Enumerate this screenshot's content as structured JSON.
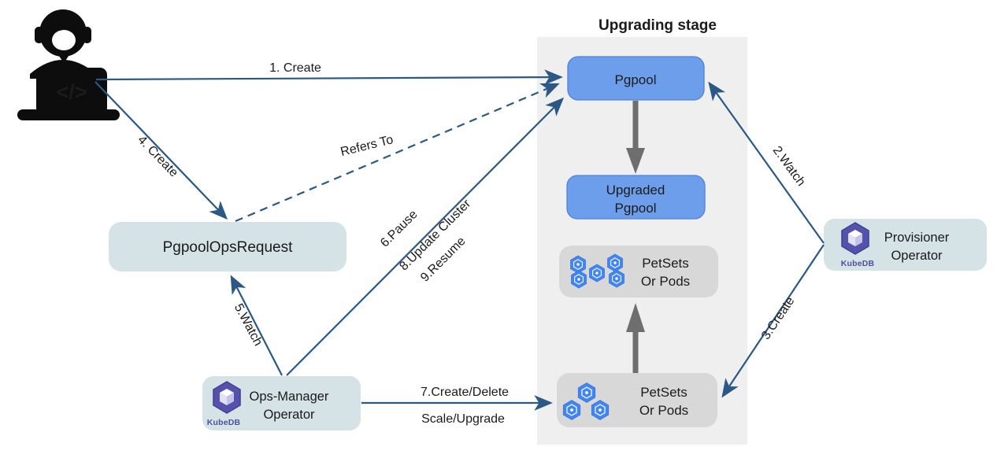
{
  "title": "Upgrading stage",
  "user": {
    "code_glyph": "</>"
  },
  "logo": {
    "text": "KubeDB"
  },
  "nodes": {
    "pgpool": {
      "label": "Pgpool"
    },
    "upgraded_pgpool": {
      "line1": "Upgraded",
      "line2": "Pgpool"
    },
    "petsets_top": {
      "line1": "PetSets",
      "line2": "Or Pods"
    },
    "petsets_bottom": {
      "line1": "PetSets",
      "line2": "Or Pods"
    },
    "pgpool_ops_request": {
      "label": "PgpoolOpsRequest"
    },
    "ops_manager": {
      "line1": "Ops-Manager",
      "line2": "Operator"
    },
    "provisioner": {
      "line1": "Provisioner",
      "line2": "Operator"
    }
  },
  "edges": {
    "create_1": {
      "label": "1. Create"
    },
    "watch_2": {
      "label": "2.Watch"
    },
    "create_3": {
      "label": "3.Create"
    },
    "create_4": {
      "label": "4. Create"
    },
    "watch_5": {
      "label": "5.Watch"
    },
    "pause_6": {
      "label": "6.Pause"
    },
    "update_cluster_8": {
      "label": "8.Update Cluster"
    },
    "resume_9": {
      "label": "9.Resume"
    },
    "create_delete_7": {
      "label": "7.Create/Delete"
    },
    "scale_upgrade_7": {
      "label": "Scale/Upgrade"
    },
    "refers_to": {
      "label": "Refers To"
    }
  },
  "colors": {
    "arrow_navy": "#2b5884",
    "arrow_gray": "#6e6e6e",
    "node_blue": "#6d9eeb",
    "node_teal": "#d5e2e6",
    "node_gray": "#d8d8d8",
    "stage_background": "#efeff0",
    "pod_hexagon_blue": "#4285f4",
    "kubedb_purple": "#514fa0",
    "icon_black": "#0d0d0d"
  }
}
